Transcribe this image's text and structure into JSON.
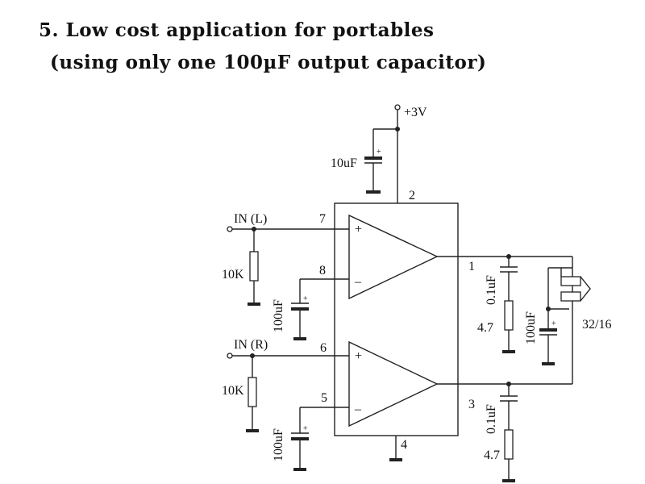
{
  "heading": {
    "line1": "5.  Low cost application for portables",
    "line2": "(using only one 100µF output capacitor)"
  },
  "labels": {
    "supply": "+3V",
    "supply_cap": "10uF",
    "pin2": "2",
    "pin7": "7",
    "pin8": "8",
    "pin6": "6",
    "pin5": "5",
    "pin1": "1",
    "pin3": "3",
    "pin4": "4",
    "in_l": "IN (L)",
    "in_r": "IN (R)",
    "r_in_top": "10K",
    "r_in_bot": "10K",
    "cap_fb_top": "100uF",
    "cap_fb_bot": "100uF",
    "cap_snub_top": "0.1uF",
    "cap_snub_bot": "0.1uF",
    "r_snub_top": "4.7",
    "r_snub_bot": "4.7",
    "cap_out": "100uF",
    "speaker": "32/16",
    "plus_top": "+",
    "minus_top": "–",
    "plus_bot": "+",
    "minus_bot": "–",
    "cap_pol": "+"
  }
}
